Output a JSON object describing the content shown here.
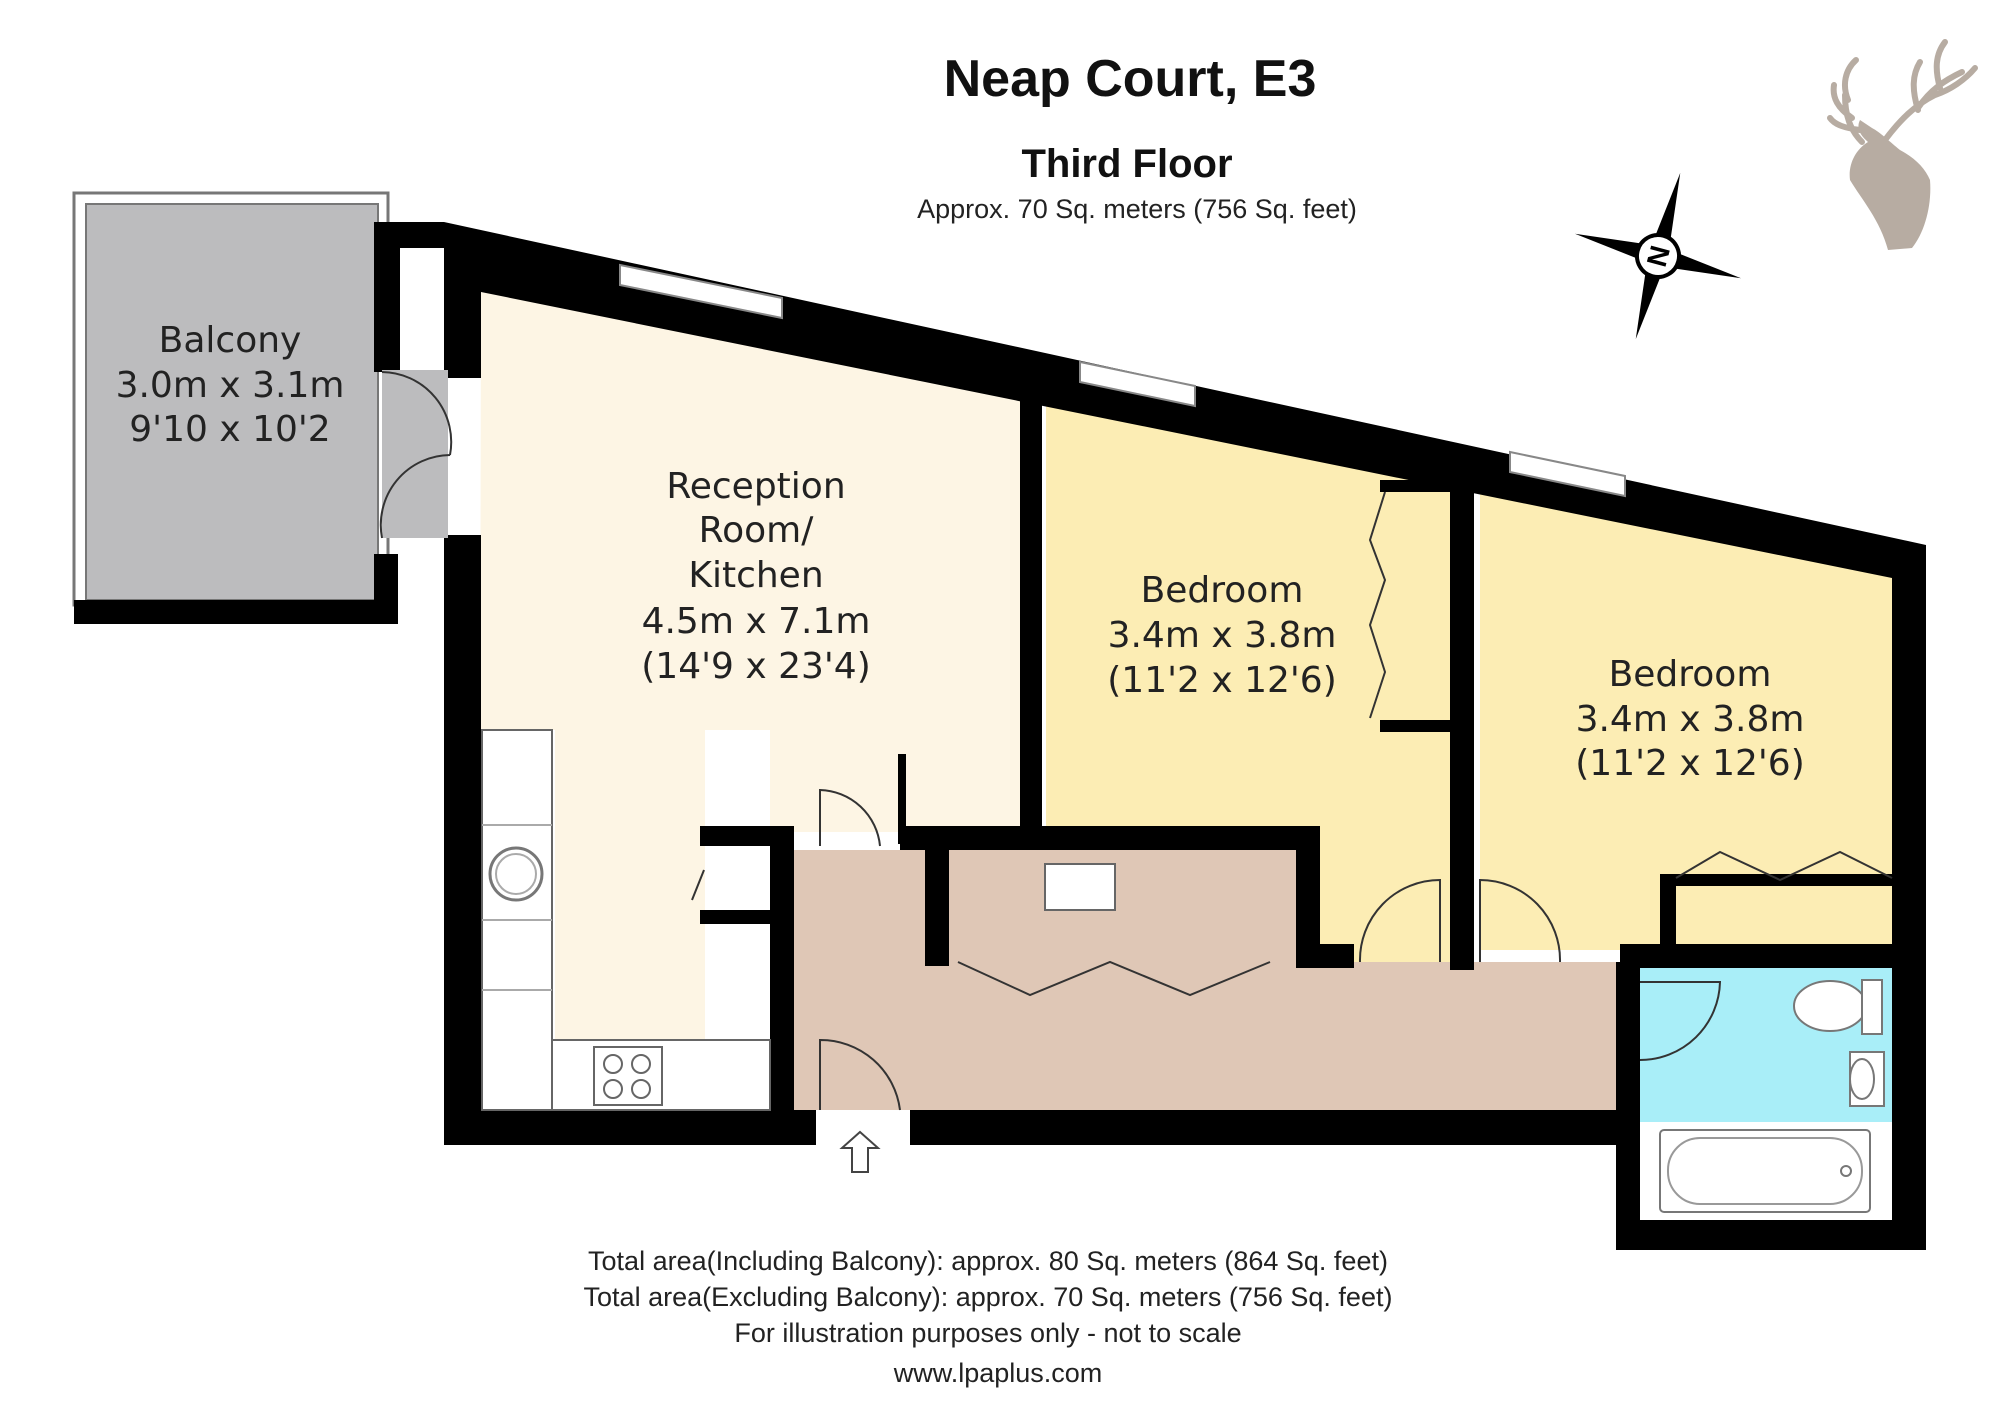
{
  "header": {
    "title": "Neap Court, E3",
    "floor": "Third Floor",
    "area": "Approx. 70 Sq. meters (756 Sq. feet)"
  },
  "compass": {
    "label": "N"
  },
  "rooms": {
    "balcony": {
      "name": "Balcony",
      "metric": "3.0m x 3.1m",
      "imperial": "9'10 x 10'2"
    },
    "reception": {
      "name_line1": "Reception",
      "name_line2": "Room/",
      "name_line3": "Kitchen",
      "metric": "4.5m x 7.1m",
      "imperial": "(14'9 x 23'4)"
    },
    "bedroom1": {
      "name": "Bedroom",
      "metric": "3.4m x 3.8m",
      "imperial": "(11'2 x 12'6)"
    },
    "bedroom2": {
      "name": "Bedroom",
      "metric": "3.4m x 3.8m",
      "imperial": "(11'2 x 12'6)"
    }
  },
  "footer": {
    "line1": "Total area(Including Balcony): approx. 80 Sq. meters (864 Sq. feet)",
    "line2": "Total area(Excluding Balcony): approx. 70 Sq. meters (756 Sq. feet)",
    "line3": "For illustration purposes only - not to scale",
    "line4": "www.lpaplus.com"
  },
  "colors": {
    "balcony": "#bcbcbe",
    "reception": "#fdf5e4",
    "bedroom": "#fcedb4",
    "hall": "#dfc7b6",
    "bathroom": "#a9eef8",
    "kitchen": "#ffffff",
    "wall": "#000000",
    "stag": "#b7aca2"
  }
}
